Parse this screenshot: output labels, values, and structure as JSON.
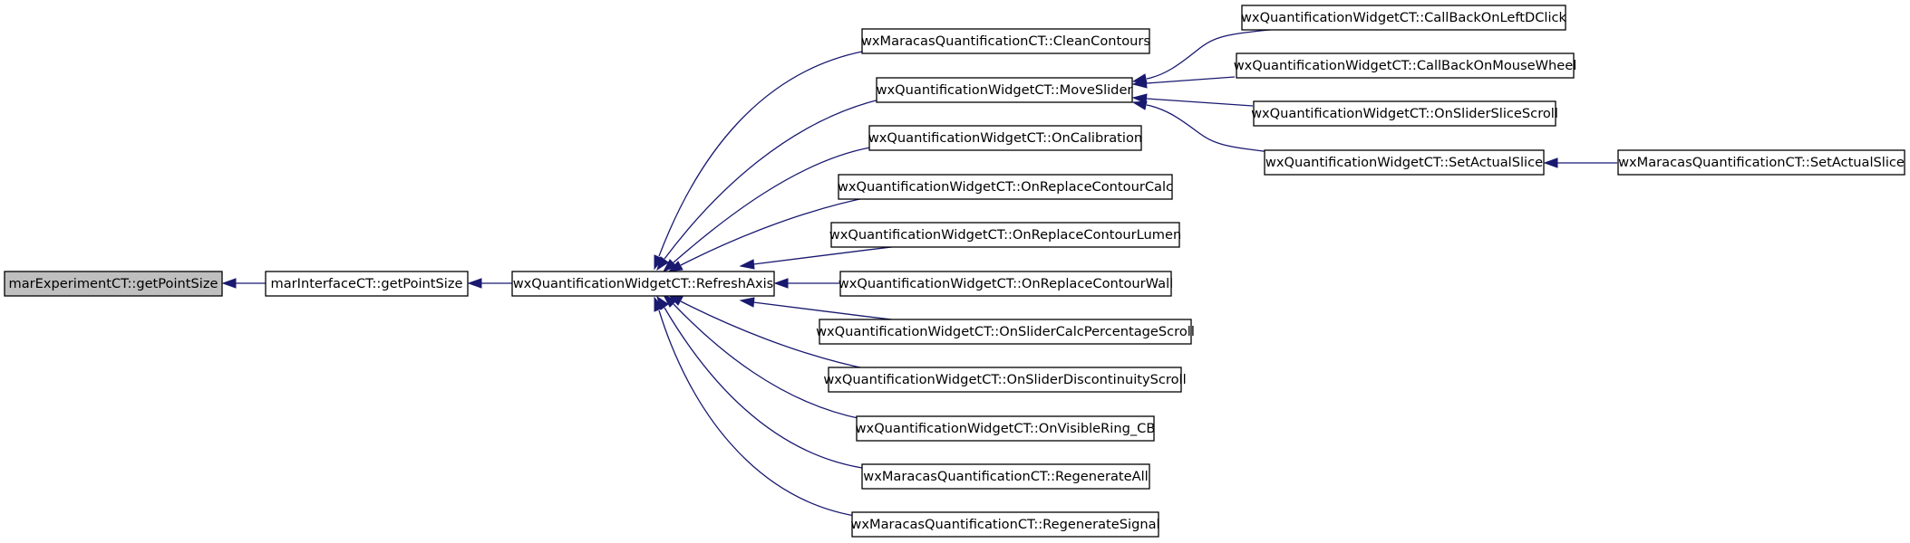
{
  "diagram": {
    "colors": {
      "edge": "#191970",
      "node_border": "#000000",
      "root_fill": "#bfbfbf",
      "node_fill": "#ffffff"
    },
    "nodes": [
      {
        "id": "n0",
        "label": "marExperimentCT::getPointSize",
        "root": true
      },
      {
        "id": "n1",
        "label": "marInterfaceCT::getPointSize"
      },
      {
        "id": "n2",
        "label": "wxQuantificationWidgetCT::RefreshAxis"
      },
      {
        "id": "n3",
        "label": "wxMaracasQuantificationCT::CleanContours"
      },
      {
        "id": "n4",
        "label": "wxQuantificationWidgetCT::MoveSlider"
      },
      {
        "id": "n5",
        "label": "wxQuantificationWidgetCT::OnCalibration"
      },
      {
        "id": "n6",
        "label": "wxQuantificationWidgetCT::OnReplaceContourCalc"
      },
      {
        "id": "n7",
        "label": "wxQuantificationWidgetCT::OnReplaceContourLumen"
      },
      {
        "id": "n8",
        "label": "wxQuantificationWidgetCT::OnReplaceContourWall"
      },
      {
        "id": "n9",
        "label": "wxQuantificationWidgetCT::OnSliderCalcPercentageScroll"
      },
      {
        "id": "n10",
        "label": "wxQuantificationWidgetCT::OnSliderDiscontinuityScroll"
      },
      {
        "id": "n11",
        "label": "wxQuantificationWidgetCT::OnVisibleRing_CB"
      },
      {
        "id": "n12",
        "label": "wxMaracasQuantificationCT::RegenerateAll"
      },
      {
        "id": "n13",
        "label": "wxMaracasQuantificationCT::RegenerateSignal"
      },
      {
        "id": "n14",
        "label": "wxQuantificationWidgetCT::CallBackOnLeftDClick"
      },
      {
        "id": "n15",
        "label": "wxQuantificationWidgetCT::CallBackOnMouseWheel"
      },
      {
        "id": "n16",
        "label": "wxQuantificationWidgetCT::OnSliderSliceScroll"
      },
      {
        "id": "n17",
        "label": "wxQuantificationWidgetCT::SetActualSlice"
      },
      {
        "id": "n18",
        "label": "wxMaracasQuantificationCT::SetActualSlice"
      }
    ],
    "edges": [
      {
        "from": "n1",
        "to": "n0"
      },
      {
        "from": "n2",
        "to": "n1"
      },
      {
        "from": "n3",
        "to": "n2"
      },
      {
        "from": "n4",
        "to": "n2"
      },
      {
        "from": "n5",
        "to": "n2"
      },
      {
        "from": "n6",
        "to": "n2"
      },
      {
        "from": "n7",
        "to": "n2"
      },
      {
        "from": "n8",
        "to": "n2"
      },
      {
        "from": "n9",
        "to": "n2"
      },
      {
        "from": "n10",
        "to": "n2"
      },
      {
        "from": "n11",
        "to": "n2"
      },
      {
        "from": "n12",
        "to": "n2"
      },
      {
        "from": "n13",
        "to": "n2"
      },
      {
        "from": "n14",
        "to": "n4"
      },
      {
        "from": "n15",
        "to": "n4"
      },
      {
        "from": "n16",
        "to": "n4"
      },
      {
        "from": "n17",
        "to": "n4"
      },
      {
        "from": "n18",
        "to": "n17"
      }
    ]
  }
}
